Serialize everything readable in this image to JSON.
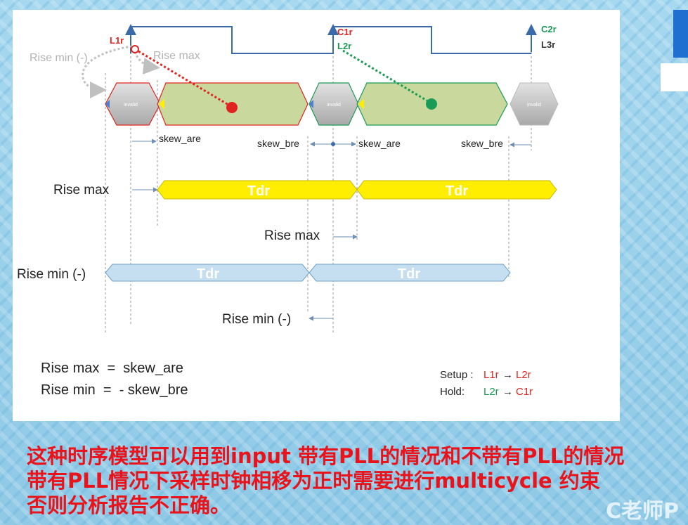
{
  "clock_labels": {
    "l1r": "L1r",
    "c1r": "C1r",
    "l2r": "L2r",
    "c2r": "C2r",
    "l3r": "L3r"
  },
  "labels": {
    "rise_min_neg_top": "Rise min (-)",
    "rise_max_top": "Rise max",
    "invalid": "invalid",
    "skew_are_1": "skew_are",
    "skew_bre_1": "skew_bre",
    "skew_are_2": "skew_are",
    "skew_bre_2": "skew_bre",
    "rise_max_row": "Rise max",
    "rise_max_mid": "Rise max",
    "rise_min_row": "Rise min (-)",
    "rise_min_mid": "Rise min (-)",
    "tdr": "Tdr"
  },
  "formulas": {
    "line1": "Rise max  =  skew_are",
    "line2": "Rise min  =  - skew_bre"
  },
  "legend": {
    "setup_label": "Setup :",
    "setup_from": "L1r",
    "setup_to": "L2r",
    "hold_label": "Hold:",
    "hold_from": "L2r",
    "hold_to": "C1r",
    "arrow": "→"
  },
  "caption": {
    "line1": "这种时序模型可以用到input 带有PLL的情况和不带有PLL的情况",
    "line2": "带有PLL情况下采样时钟相移为正时需要进行multicycle 约束",
    "line3": "否则分析报告不正确。"
  },
  "watermark": "C老师P",
  "colors": {
    "clock": "#3a6aa8",
    "setup_red": "#e0241f",
    "hold_green": "#1a9b55",
    "data_valid": "#c9d89c",
    "invalid_gray": "#c7c7c7",
    "tdr_yellow": "#ffee00",
    "tdr_blue": "#c5dff0",
    "caption_red": "#e8131b"
  }
}
